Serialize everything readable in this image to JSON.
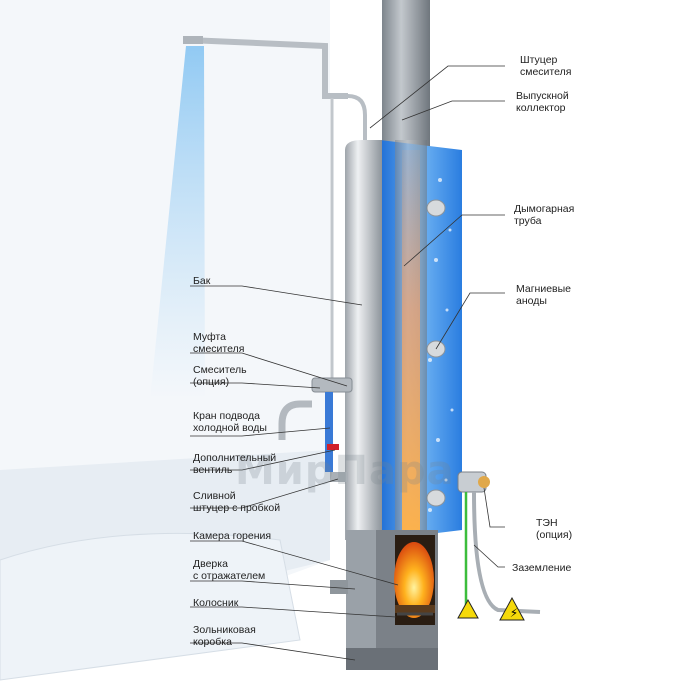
{
  "diagram": {
    "labels_left": [
      {
        "id": "bak",
        "text": "Бак"
      },
      {
        "id": "mufta",
        "text": "Муфта\nсмесителя"
      },
      {
        "id": "smesitel",
        "text": "Смеситель\n(опция)"
      },
      {
        "id": "kran",
        "text": "Кран подвода\nхолодной воды"
      },
      {
        "id": "ventil",
        "text": "Дополнительный\nвентиль"
      },
      {
        "id": "slivnoy",
        "text": "Сливной\nштуцер с пробкой"
      },
      {
        "id": "kamera",
        "text": "Камера горения"
      },
      {
        "id": "dverka",
        "text": "Дверка\nс отражателем"
      },
      {
        "id": "kolosnik",
        "text": "Колосник"
      },
      {
        "id": "zolnik",
        "text": "Зольниковая\nкоробка"
      }
    ],
    "labels_right": [
      {
        "id": "shtucer",
        "text": "Штуцер\nсмесителя"
      },
      {
        "id": "vypusk",
        "text": "Выпускной\nколлектор"
      },
      {
        "id": "dymo",
        "text": "Дымогарная\nтруба"
      },
      {
        "id": "anody",
        "text": "Магниевые\nаноды"
      },
      {
        "id": "ten",
        "text": "ТЭН\n(опция)"
      },
      {
        "id": "zazem",
        "text": "Заземление"
      }
    ],
    "watermark": "МирПара"
  },
  "colors": {
    "water": "#3d8fe0",
    "tank": "#c9cdd2",
    "pipe": "#9aa0a6",
    "fire": "#f7941d",
    "leader": "#333333"
  }
}
